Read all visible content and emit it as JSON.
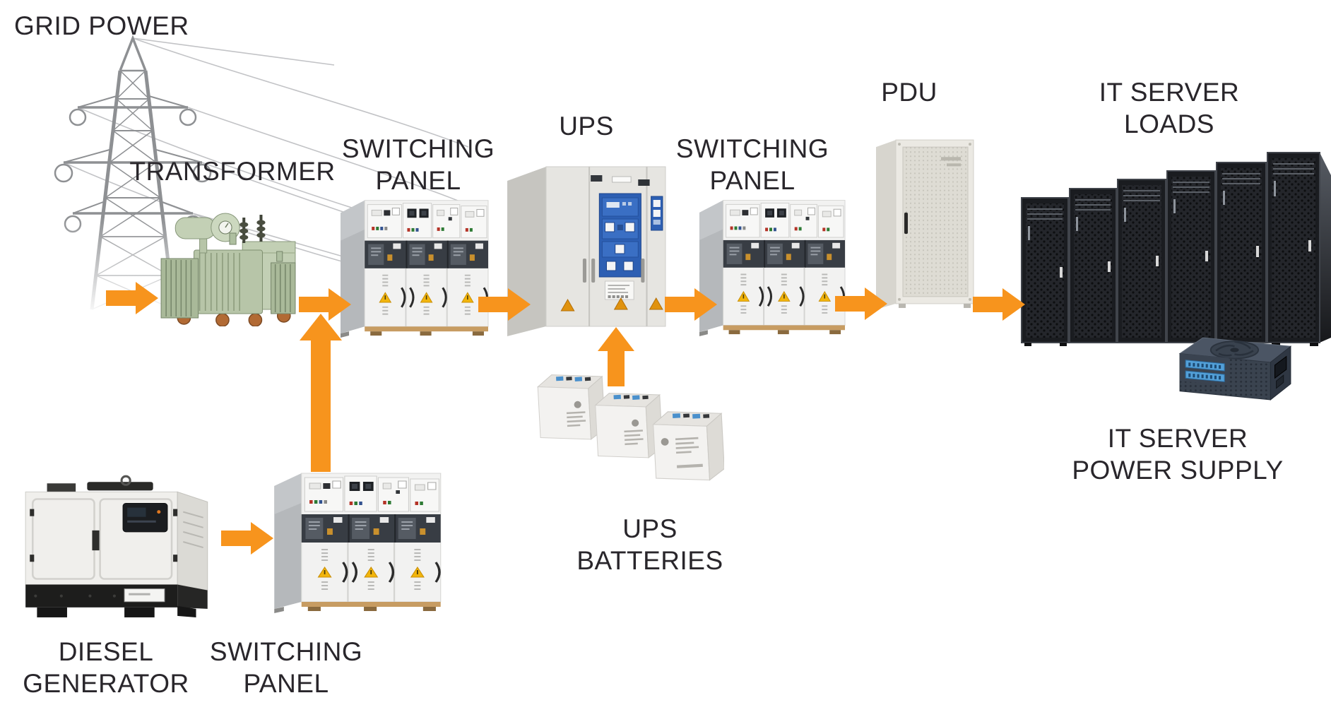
{
  "palette": {
    "arrow": "#F7941D",
    "label_text": "#29262B",
    "background": "#FFFFFF",
    "cabinet_white": "#F2F2F1",
    "cabinet_side_gray": "#B5B8BB",
    "breaker_band_dark": "#383D44",
    "ups_panel_blue": "#2D5FB3",
    "transformer_green": "#B7C5A8",
    "rack_dark": "#1A1C20",
    "warning_yellow": "#F2B50C"
  },
  "nodes": {
    "grid_power": {
      "label": "GRID POWER"
    },
    "transformer": {
      "label": "TRANSFORMER"
    },
    "switching_panel_top": {
      "label": "SWITCHING\nPANEL"
    },
    "ups": {
      "label": "UPS"
    },
    "switching_panel_mid": {
      "label": "SWITCHING\nPANEL"
    },
    "pdu": {
      "label": "PDU"
    },
    "it_server_loads": {
      "label": "IT SERVER\nLOADS"
    },
    "ups_batteries": {
      "label": "UPS\nBATTERIES"
    },
    "diesel_generator": {
      "label": "DIESEL\nGENERATOR"
    },
    "switching_panel_bottom": {
      "label": "SWITCHING\nPANEL"
    },
    "it_server_power_supply": {
      "label": "IT SERVER\nPOWER SUPPLY"
    }
  },
  "connections": [
    {
      "from": "grid_power",
      "to": "transformer",
      "direction": "right"
    },
    {
      "from": "transformer",
      "to": "switching_panel_top",
      "direction": "right"
    },
    {
      "from": "switching_panel_top",
      "to": "ups",
      "direction": "right"
    },
    {
      "from": "ups",
      "to": "switching_panel_mid",
      "direction": "right"
    },
    {
      "from": "switching_panel_mid",
      "to": "pdu",
      "direction": "right"
    },
    {
      "from": "pdu",
      "to": "it_server_loads",
      "direction": "right"
    },
    {
      "from": "ups_batteries",
      "to": "ups",
      "direction": "up"
    },
    {
      "from": "switching_panel_bottom",
      "to": "switching_panel_top",
      "direction": "up"
    },
    {
      "from": "diesel_generator",
      "to": "switching_panel_bottom",
      "direction": "right"
    }
  ]
}
